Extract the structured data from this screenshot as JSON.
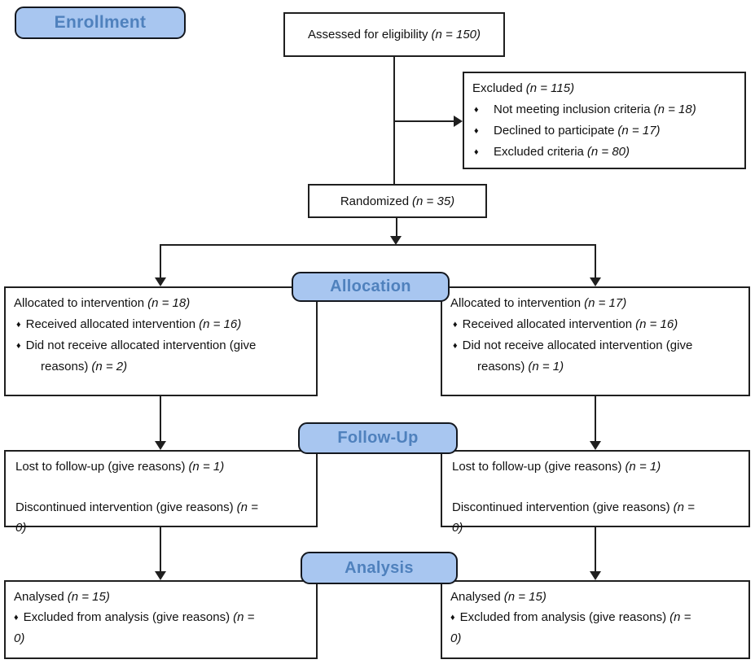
{
  "bullet_icon": "♦",
  "colors": {
    "stage_fill": "#a8c6f0",
    "stage_text": "#4f81bd",
    "stage_border": "#14181f",
    "box_border": "#1f1f1f",
    "connector": "#1f1f1f"
  },
  "stages": {
    "enrollment": "Enrollment",
    "allocation": "Allocation",
    "followup": "Follow-Up",
    "analysis": "Analysis"
  },
  "assessed": {
    "text": "Assessed for eligibility",
    "n": "(n = 150)"
  },
  "excluded": {
    "title": "Excluded",
    "title_n": "(n = 115)",
    "items": [
      {
        "text": "Not meeting inclusion criteria",
        "n": "(n = 18)"
      },
      {
        "text": "Declined to participate",
        "n": "(n = 17)"
      },
      {
        "text": "Excluded criteria",
        "n": "(n = 80)"
      }
    ]
  },
  "randomized": {
    "text": "Randomized",
    "n": "(n = 35)"
  },
  "alloc_left": {
    "title": "Allocated to intervention",
    "title_n": "(n = 18)",
    "item1": {
      "text": "Received allocated intervention",
      "n": "(n = 16)"
    },
    "item2": {
      "text1": "Did not receive allocated intervention (give",
      "text2": "reasons)",
      "n": "(n = 2)"
    }
  },
  "alloc_right": {
    "title": "Allocated to intervention",
    "title_n": "(n = 17)",
    "item1": {
      "text": "Received allocated intervention",
      "n": "(n = 16)"
    },
    "item2": {
      "text1": "Did not receive allocated intervention (give",
      "text2": "reasons)",
      "n": "(n = 1)"
    }
  },
  "fu_left": {
    "line1": "Lost to follow-up (give reasons)",
    "line1_n": "(n = 1)",
    "line2": "Discontinued intervention (give reasons)",
    "line2_n1": "(n =",
    "line2_n2": "0)"
  },
  "fu_right": {
    "line1": "Lost to follow-up (give reasons)",
    "line1_n": "(n = 1)",
    "line2": "Discontinued intervention (give reasons)",
    "line2_n1": "(n =",
    "line2_n2": "0)"
  },
  "an_left": {
    "title": "Analysed",
    "title_n": "(n = 15)",
    "item": {
      "text": "Excluded from analysis (give reasons)",
      "n1": "(n =",
      "n2": "0)"
    }
  },
  "an_right": {
    "title": "Analysed",
    "title_n": "(n = 15)",
    "item": {
      "text": "Excluded from analysis (give reasons)",
      "n1": "(n =",
      "n2": "0)"
    }
  }
}
